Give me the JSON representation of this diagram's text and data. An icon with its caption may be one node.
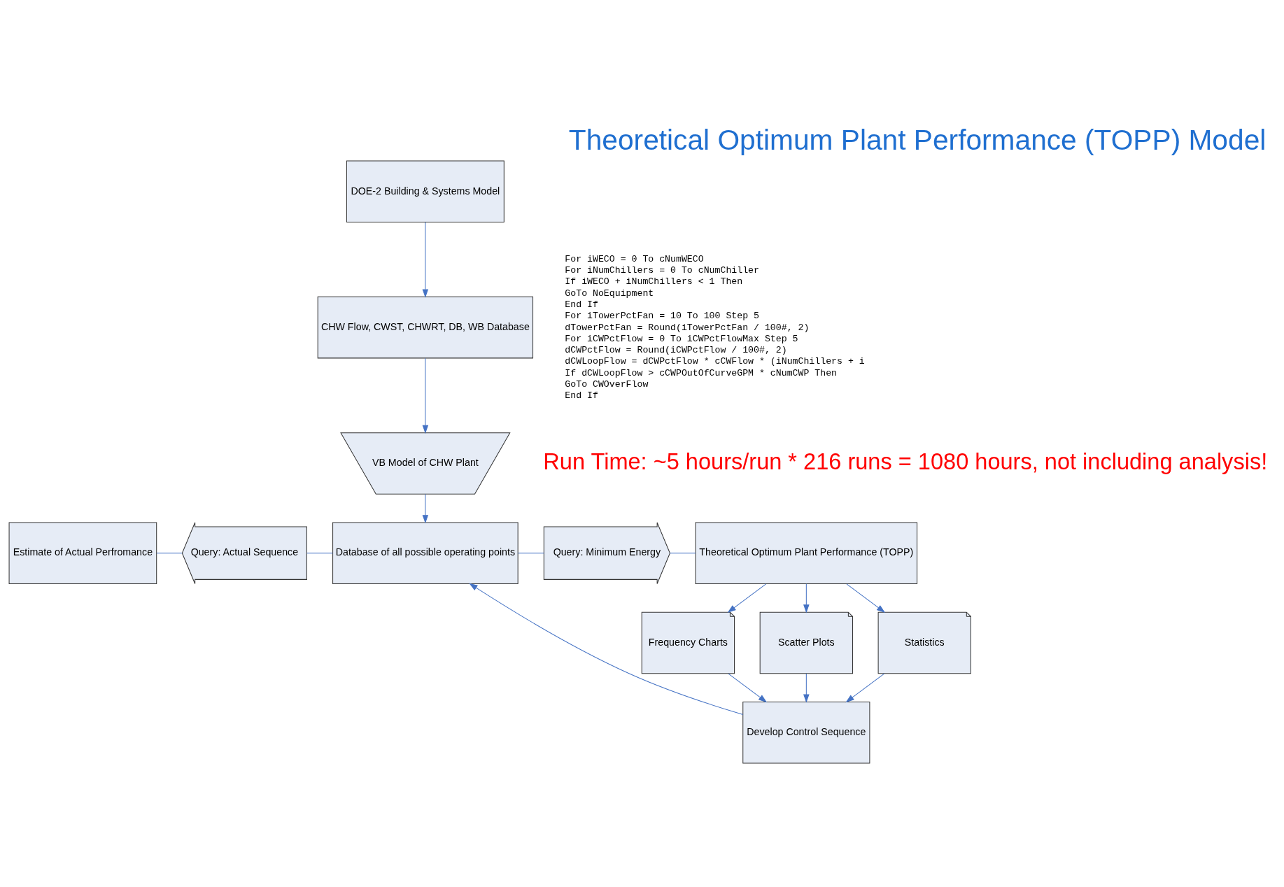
{
  "diagram": {
    "title": "Theoretical Optimum Plant Performance (TOPP) Model",
    "nodes": [
      {
        "text": [
          "DOE-2 Building & Systems Model"
        ]
      },
      {
        "text": [
          "CHW Flow, CWST, CHWRT, DB, WB Database"
        ]
      },
      {
        "text": [
          "VB Model of CHW Plant"
        ]
      },
      {
        "text": [
          "Estimate of Actual Perfromance"
        ]
      },
      {
        "text": [
          "Query: Actual Sequence"
        ]
      },
      {
        "text": [
          "Database of all possible operating points"
        ]
      },
      {
        "text": [
          "Query: Minimum Energy"
        ]
      },
      {
        "text": [
          "Theoretical Optimum Plant Performance (TOPP)"
        ]
      },
      {
        "text": [
          "Frequency Charts"
        ]
      },
      {
        "text": [
          "Scatter Plots"
        ]
      },
      {
        "text": [
          "Statistics"
        ]
      },
      {
        "text": [
          "Develop Control Sequence"
        ]
      }
    ],
    "edges": [
      {
        "from": 0,
        "to": 1,
        "arrow": "to"
      },
      {
        "from": 1,
        "to": 2,
        "arrow": "to"
      },
      {
        "from": 2,
        "to": 5,
        "arrow": "to"
      },
      {
        "from": 3,
        "to": 4,
        "arrow": "none"
      },
      {
        "from": 4,
        "to": 5,
        "arrow": "none"
      },
      {
        "from": 5,
        "to": 6,
        "arrow": "none"
      },
      {
        "from": 6,
        "to": 7,
        "arrow": "none"
      },
      {
        "from": 7,
        "to": 8,
        "arrow": "to"
      },
      {
        "from": 7,
        "to": 9,
        "arrow": "to"
      },
      {
        "from": 7,
        "to": 10,
        "arrow": "to"
      },
      {
        "from": 8,
        "to": 11,
        "arrow": "to"
      },
      {
        "from": 9,
        "to": 11,
        "arrow": "to"
      },
      {
        "from": 10,
        "to": 11,
        "arrow": "to"
      },
      {
        "from": 11,
        "to": 5,
        "arrow": "to"
      }
    ],
    "labels": [
      "For iWECO = 0 To cNumWECO",
      "For iNumChillers = 0 To cNumChiller",
      "If iWECO + iNumChillers < 1 Then",
      "GoTo NoEquipment",
      "End If",
      "For iTowerPctFan = 10 To 100 Step 5",
      "dTowerPctFan = Round(iTowerPctFan / 100#, 2)",
      "For iCWPctFlow = 0 To iCWPctFlowMax Step 5",
      "dCWPctFlow = Round(iCWPctFlow / 100#, 2)",
      "dCWLoopFlow = dCWPctFlow * cCWFlow * (iNumChillers + i",
      "If dCWLoopFlow > cCWPOutOfCurveGPM * cNumCWP Then",
      "GoTo CWOverFlow",
      "End If",
      "Run Time: ~5 hours/run * 216 runs = 1080 hours, not including analysis!"
    ]
  }
}
